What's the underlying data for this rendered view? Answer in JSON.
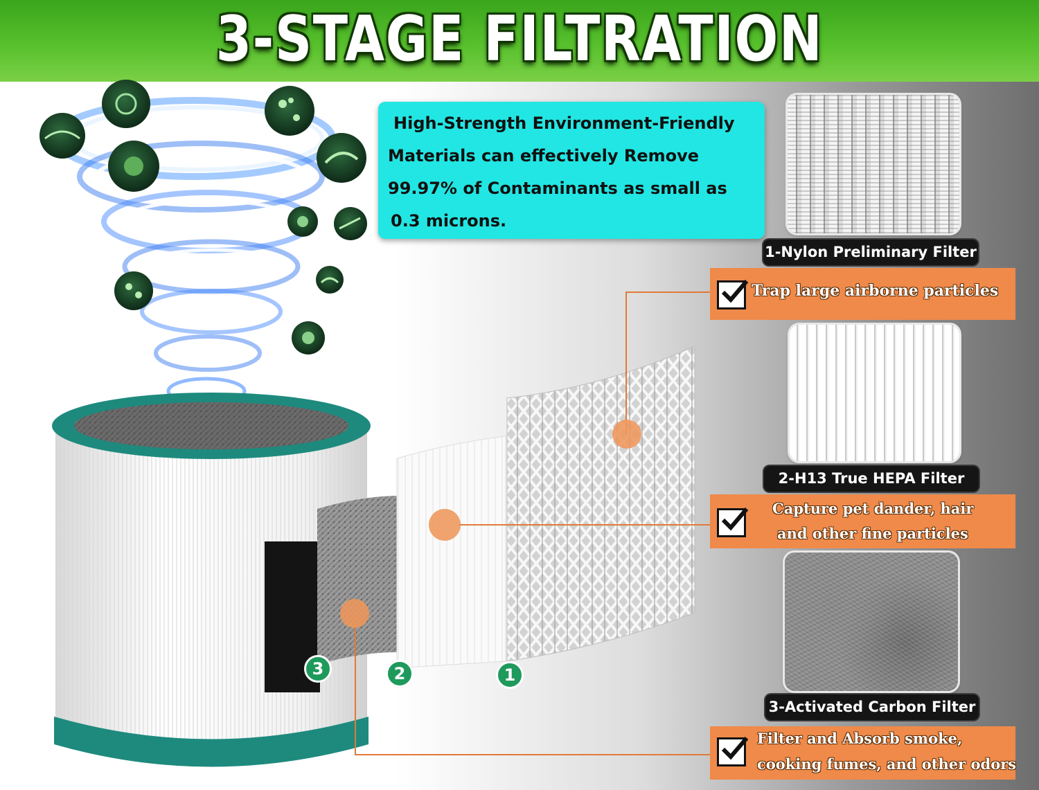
{
  "header": {
    "title": "3-STAGE FILTRATION"
  },
  "info": {
    "lines": [
      "High-Strength Environment-Friendly",
      "Materials can effectively Remove",
      "99.97% of Contaminants as small as",
      "0.3 microns."
    ]
  },
  "stages": [
    {
      "number": "1",
      "name": "1-Nylon Preliminary Filter",
      "benefit_lines": [
        "Trap large airborne particles"
      ]
    },
    {
      "number": "2",
      "name": "2-H13 True HEPA Filter",
      "benefit_lines": [
        "Capture pet dander, hair",
        "and other fine particles"
      ]
    },
    {
      "number": "3",
      "name": "3-Activated Carbon Filter",
      "benefit_lines": [
        "Filter and Absorb smoke,",
        "cooking fumes, and other odors"
      ]
    }
  ],
  "colors": {
    "header_green": "#57c02c",
    "info_cyan": "#22e6e3",
    "benefit_orange": "#ef8a4a",
    "filter_teal": "#1e8a7e",
    "badge_green": "#1e9a5c"
  }
}
